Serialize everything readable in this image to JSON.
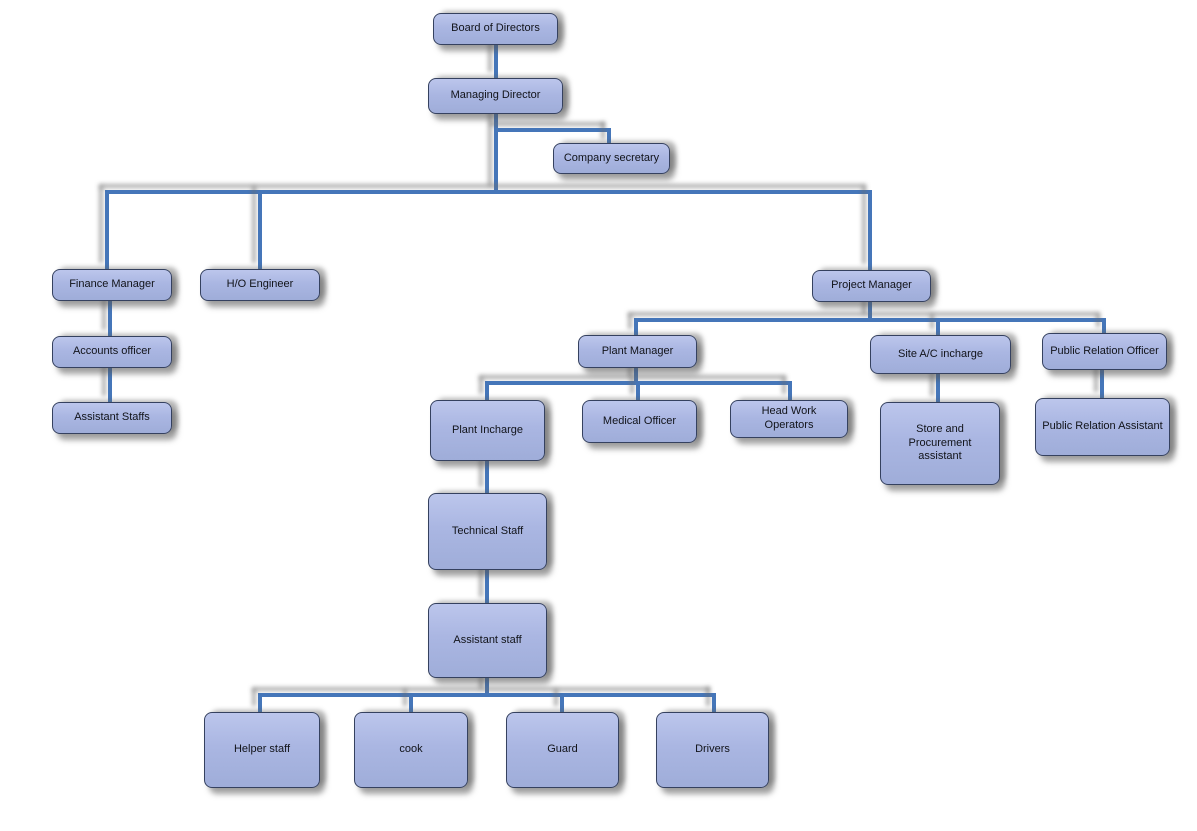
{
  "nodes": {
    "board_of_directors": {
      "label": "Board of Directors"
    },
    "managing_director": {
      "label": "Managing Director"
    },
    "company_secretary": {
      "label": "Company secretary"
    },
    "finance_manager": {
      "label": "Finance Manager"
    },
    "ho_engineer": {
      "label": "H/O Engineer"
    },
    "project_manager": {
      "label": "Project Manager"
    },
    "accounts_officer": {
      "label": "Accounts officer"
    },
    "assistant_staffs": {
      "label": "Assistant Staffs"
    },
    "plant_manager": {
      "label": "Plant Manager"
    },
    "site_ac_incharge": {
      "label": "Site A/C incharge"
    },
    "public_relation_officer": {
      "label": "Public Relation Officer"
    },
    "plant_incharge": {
      "label": "Plant Incharge"
    },
    "medical_officer": {
      "label": "Medical Officer"
    },
    "head_work_operators": {
      "label": "Head Work Operators"
    },
    "store_procurement_assistant": {
      "label": "Store and Procurement assistant"
    },
    "public_relation_assistant": {
      "label": "Public Relation Assistant"
    },
    "technical_staff": {
      "label": "Technical Staff"
    },
    "assistant_staff": {
      "label": "Assistant staff"
    },
    "helper_staff": {
      "label": "Helper staff"
    },
    "cook": {
      "label": "cook"
    },
    "guard": {
      "label": "Guard"
    },
    "drivers": {
      "label": "Drivers"
    }
  },
  "edges": [
    [
      "board_of_directors",
      "managing_director"
    ],
    [
      "managing_director",
      "company_secretary"
    ],
    [
      "managing_director",
      "finance_manager"
    ],
    [
      "managing_director",
      "ho_engineer"
    ],
    [
      "managing_director",
      "project_manager"
    ],
    [
      "finance_manager",
      "accounts_officer"
    ],
    [
      "accounts_officer",
      "assistant_staffs"
    ],
    [
      "project_manager",
      "plant_manager"
    ],
    [
      "project_manager",
      "site_ac_incharge"
    ],
    [
      "project_manager",
      "public_relation_officer"
    ],
    [
      "plant_manager",
      "plant_incharge"
    ],
    [
      "plant_manager",
      "medical_officer"
    ],
    [
      "plant_manager",
      "head_work_operators"
    ],
    [
      "site_ac_incharge",
      "store_procurement_assistant"
    ],
    [
      "public_relation_officer",
      "public_relation_assistant"
    ],
    [
      "plant_incharge",
      "technical_staff"
    ],
    [
      "technical_staff",
      "assistant_staff"
    ],
    [
      "assistant_staff",
      "helper_staff"
    ],
    [
      "assistant_staff",
      "cook"
    ],
    [
      "assistant_staff",
      "guard"
    ],
    [
      "assistant_staff",
      "drivers"
    ]
  ],
  "colors": {
    "node_fill_top": "#bcc6ec",
    "node_fill_bottom": "#9fadd9",
    "node_border": "#35415f",
    "connector": "#4576b9",
    "shadow": "#555555",
    "background": "#ffffff",
    "text": "#111319"
  }
}
